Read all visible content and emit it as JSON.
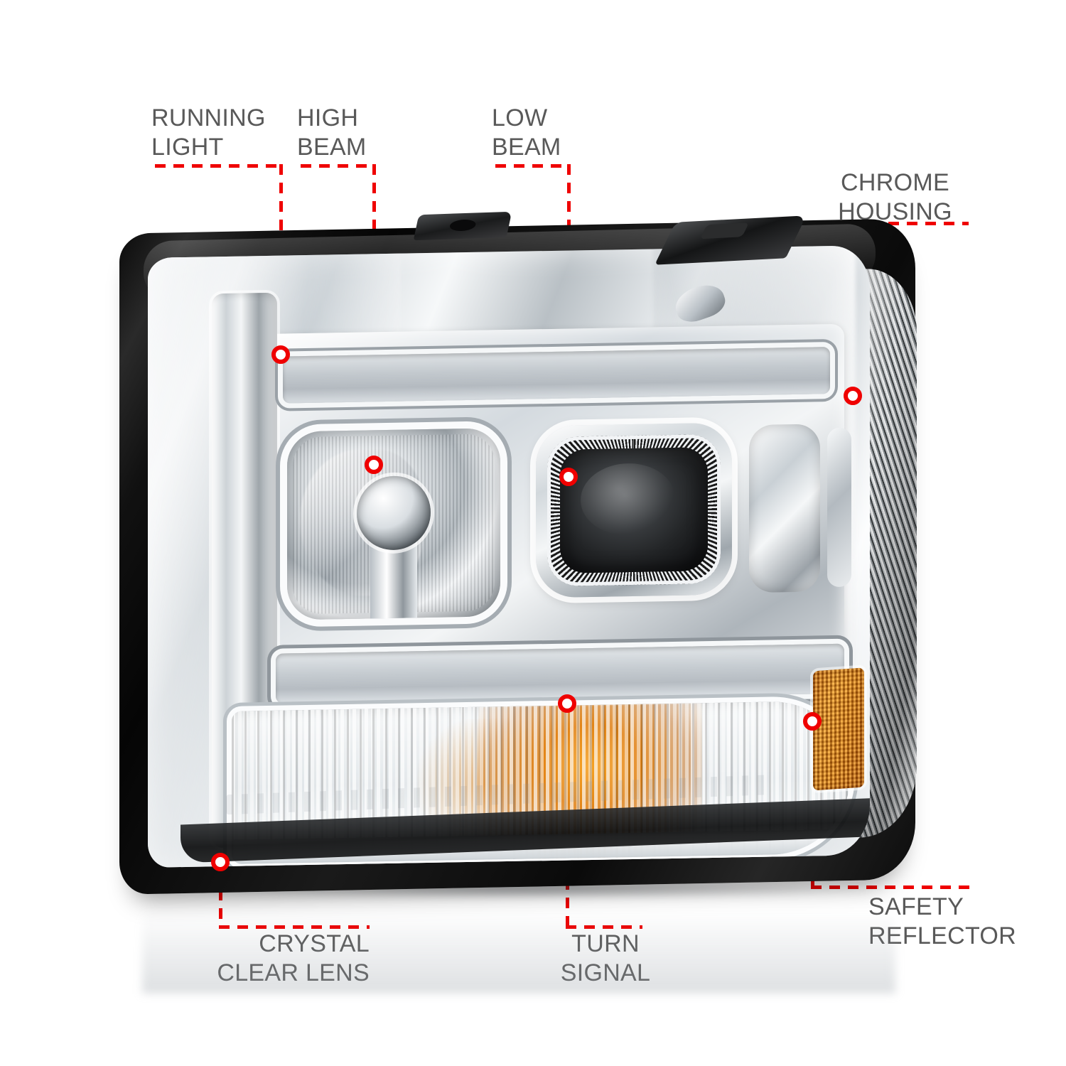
{
  "product": {
    "type": "vehicle-headlight-assembly",
    "view": "front three-quarter",
    "background_color": "#ffffff"
  },
  "styles": {
    "label_color": "#595959",
    "leader_color": "#ef0000",
    "marker_fill": "#ffffff",
    "marker_ring": "#ef0000",
    "amber_color": "#e8870f",
    "chrome_color": "#d4dadf",
    "bezel_color": "#101112"
  },
  "callouts": [
    {
      "id": "running-light",
      "text": "RUNNING\nLIGHT",
      "align": "left"
    },
    {
      "id": "high-beam",
      "text": "HIGH\nBEAM",
      "align": "left"
    },
    {
      "id": "low-beam",
      "text": "LOW\nBEAM",
      "align": "left"
    },
    {
      "id": "chrome-housing",
      "text": "CHROME\nHOUSING",
      "align": "center"
    },
    {
      "id": "crystal-clear-lens",
      "text": "CRYSTAL\nCLEAR LENS",
      "align": "right"
    },
    {
      "id": "turn-signal",
      "text": "TURN\nSIGNAL",
      "align": "center"
    },
    {
      "id": "safety-reflector",
      "text": "SAFETY\nREFLECTOR",
      "align": "left"
    }
  ],
  "components": {
    "running_light": "LED daytime running light bar",
    "high_beam": "square chrome reflector high beam",
    "low_beam": "projector low beam lens",
    "chrome_housing": "chrome plated housing shell",
    "crystal_clear_lens": "clear polycarbonate lens",
    "turn_signal": "amber fluted turn signal compartment",
    "safety_reflector": "amber side safety reflector"
  }
}
